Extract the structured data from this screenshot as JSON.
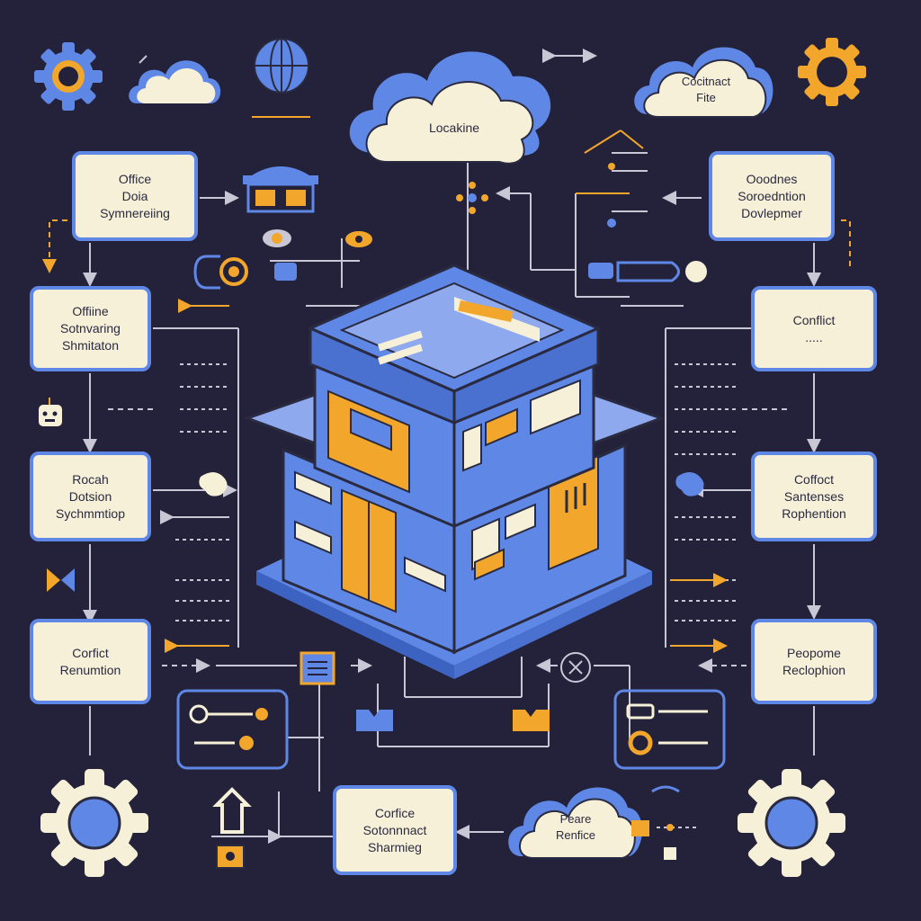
{
  "clouds": {
    "top_center": [
      "Locakine"
    ],
    "top_right": [
      "Cocitnact",
      "Fite"
    ],
    "bottom_center": [
      "Peare",
      "Renfice"
    ]
  },
  "boxes": {
    "left_1": [
      "Office",
      "Doia",
      "Symnereiing"
    ],
    "left_2": [
      "Offiine",
      "Sotnvaring",
      "Shmitaton"
    ],
    "left_3": [
      "Rocah",
      "Dotsion",
      "Sychmmtiop"
    ],
    "left_4": [
      "Corfict",
      "Renumtion"
    ],
    "right_1": [
      "Ooodnes",
      "Soroedntion",
      "Dovlepmer"
    ],
    "right_2": [
      "Conflict",
      "....."
    ],
    "right_3": [
      "Coffoct",
      "Santenses",
      "Rophention"
    ],
    "right_4": [
      "Peopome",
      "Reclophion"
    ],
    "bottom": [
      "Corfice",
      "Sotonnnact",
      "Sharmieg"
    ]
  },
  "colors": {
    "background": "#23223a",
    "accent_blue": "#5f88e6",
    "accent_orange": "#f2a62b",
    "box_fill": "#f7f0d8",
    "line": "#c9c6d6"
  },
  "icons": [
    "gear-icon",
    "globe-icon",
    "cloud-icon",
    "building-icon",
    "robot-icon",
    "lock-icon",
    "connector-icon",
    "document-icon"
  ]
}
